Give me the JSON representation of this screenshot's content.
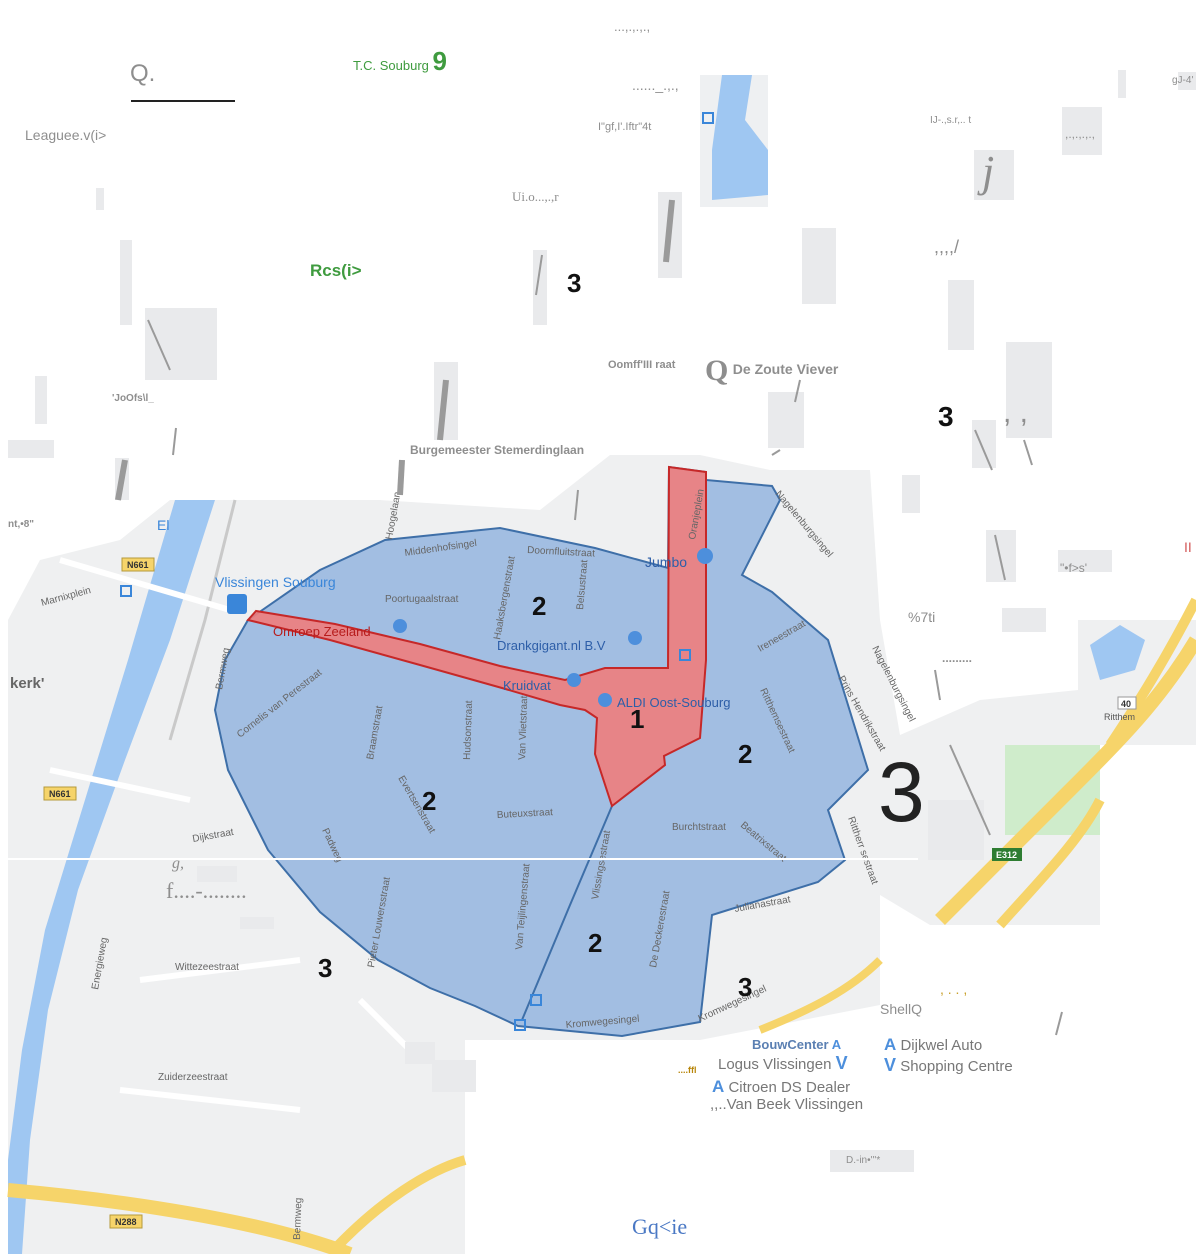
{
  "map": {
    "top_labels": {
      "tc_souburg": "T.C. Souburg",
      "tc_souburg_num": "9",
      "q_mark": "Q.",
      "leaguee": "Leaguee.v(i>",
      "rcs": "Rcs(i>",
      "three_top": "3",
      "ui_text": "Ui.o...,.,r",
      "dots_top": "...,.,.,.,",
      "dots_top2": "......_.,.,",
      "gf_text": "I\"gf,I'.Iftr\"4t",
      "lj_text": "IJ-.,s.r,.. t",
      "far_right_top": "gJ-4'",
      "commas_right": ",.,.,.,.,",
      "jj": "j",
      "slash_dash": ",,,,/",
      "omf": "Oomff'III raat",
      "zoute": "De Zoute Viever",
      "zoute_q": "Q",
      "three_right": "3",
      "double_comma": ", ,",
      "joofs": "'JoOfs\\l_",
      "burgemeester": "Burgemeester  Stemerdinglaan",
      "nt8": "nt,•8\"",
      "el": "El",
      "kerk": "kerk'",
      "pct": "%7ti",
      "dots_mid": ".........",
      "quote_s": "\"•f>s'",
      "big3": "3",
      "shellq": "ShellQ",
      "commas_low": ", . . ,",
      "g_comma": "g,",
      "f_dots": "f....-........",
      "gqie": "Gq<ie",
      "dlin": "D.-in•'''*",
      "dbl_bar": "II",
      "ffi": "....ffl"
    },
    "districts": {
      "d1": "1",
      "d2a": "2",
      "d2b": "2",
      "d2c": "2",
      "d2d": "2",
      "d3a": "3",
      "d3b": "3"
    },
    "streets": {
      "middenhofsingel": "Middenhofsingel",
      "doornfluitstraat": "Doornfluitstraat",
      "poortugaalstraat": "Poortugaalstraat",
      "hooglaan": "Hoogelaan",
      "oranjeplein": "Oranjeplein",
      "nagelenburgsingel": "Nagelenburgsingel",
      "nagelenburgsingel2": "Nagelenburgsingel",
      "prins_hendrikstraat": "Prins Hendrikstraat",
      "ritthemsestraat": "Ritthemsestraat",
      "ritthemsestraat2": "Rittherr sestraat",
      "ireneestraat": "Ireneestraat",
      "braamstraat": "Braamstraat",
      "hudsonstraat": "Hudsonstraat",
      "van_vlietstraat": "Van Vlietstraat",
      "cornelis": "Cornelis van Perestraat",
      "evertsenstraat": "Evertsenstraat",
      "buteuxstraat": "Buteuxstraat",
      "dijkstraat": "Dijkstraat",
      "padweg": "Padweg",
      "louwersstraat": "Pieter Louwersstraat",
      "van_teijlingen": "Van Teijlingenstraat",
      "vlissingsestraat": "Vlissingsestraat",
      "de_deckerestraat": "De Deckerestraat",
      "burchtstraat": "Burchtstraat",
      "beatrixstraat": "Beatrixstraat",
      "julianastraat": "Julianastraat",
      "kromwegesingel": "Kromwegesingel",
      "kromwegesingel2": "Kromwegesingel",
      "wittezeestraat": "Wittezeestraat",
      "zuiderzeestraat": "Zuiderzeestraat",
      "energieweg": "Energieweg",
      "bermweg": "Bermweg",
      "bermweg2": "Bermweg",
      "marnixplein": "Marnixplein",
      "haaksbergenstraat": "Haaksbergenstraat",
      "belsustraat": "Belsustraat"
    },
    "roads": {
      "n661_top": "N661",
      "n661_bottom": "N661",
      "n288": "N288",
      "e312": "E312",
      "ritthem_40": "40",
      "ritthem": "Ritthem"
    },
    "pois": {
      "vlissingen_souburg": "Vlissingen Souburg",
      "omroep_zeeland": "Omroep Zeeland",
      "jumbo": "Jumbo",
      "drankgigant": "Drankgigant.nl B.V",
      "kruidvat": "Kruidvat",
      "aldi": "ALDI Oost-Souburg",
      "bouwcenter": "BouwCenter",
      "logus": "Logus Vlissingen",
      "dijkwel": "Dijkwel Auto",
      "shopping": "Shopping Centre",
      "citroen": "Citroen DS Dealer",
      "van_beek": ",,..Van Beek Vlissingen",
      "poi_a": "A",
      "poi_v": "V"
    },
    "colors": {
      "zone_blue": "#8fb1de",
      "zone_blue_stroke": "#3e6fa8",
      "zone_red": "#ee7d7d",
      "zone_red_stroke": "#c62828",
      "water": "#9fc7f2",
      "highway": "#f6d46a",
      "poi_blue": "#3a86d9",
      "label_green": "#3f9b3f"
    }
  }
}
